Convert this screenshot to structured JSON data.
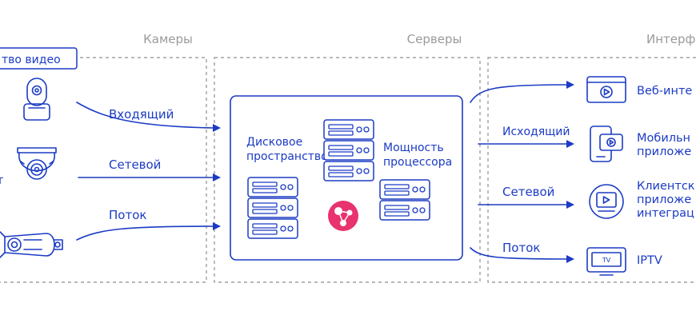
{
  "columns": {
    "cameras": "Камеры",
    "servers": "Серверы",
    "interfaces": "Интерф"
  },
  "cameras": {
    "video_tag": "тво видео",
    "side_fragment": "т"
  },
  "incoming_flows": [
    {
      "label": "Входящий"
    },
    {
      "label": "Сетевой"
    },
    {
      "label": "Поток"
    }
  ],
  "server": {
    "disk_line1": "Дисковое",
    "disk_line2": "пространство",
    "cpu_line1": "Мощность",
    "cpu_line2": "процессора"
  },
  "outgoing_flows": [
    {
      "label": "Исходящий"
    },
    {
      "label": "Сетевой"
    },
    {
      "label": "Поток"
    }
  ],
  "outputs": [
    {
      "lines": [
        "Веб-инте"
      ],
      "icon": "web-player-icon"
    },
    {
      "lines": [
        "Мобильн",
        "приложе"
      ],
      "icon": "mobile-app-icon"
    },
    {
      "lines": [
        "Клиентск",
        "приложе",
        "интеграц"
      ],
      "icon": "client-app-icon"
    },
    {
      "lines": [
        "IPTV"
      ],
      "icon": "tv-icon",
      "tv_badge": "TV"
    }
  ],
  "colors": {
    "primary": "#1b3bc4",
    "accent": "#e8336e",
    "muted": "#9a9a9a"
  }
}
